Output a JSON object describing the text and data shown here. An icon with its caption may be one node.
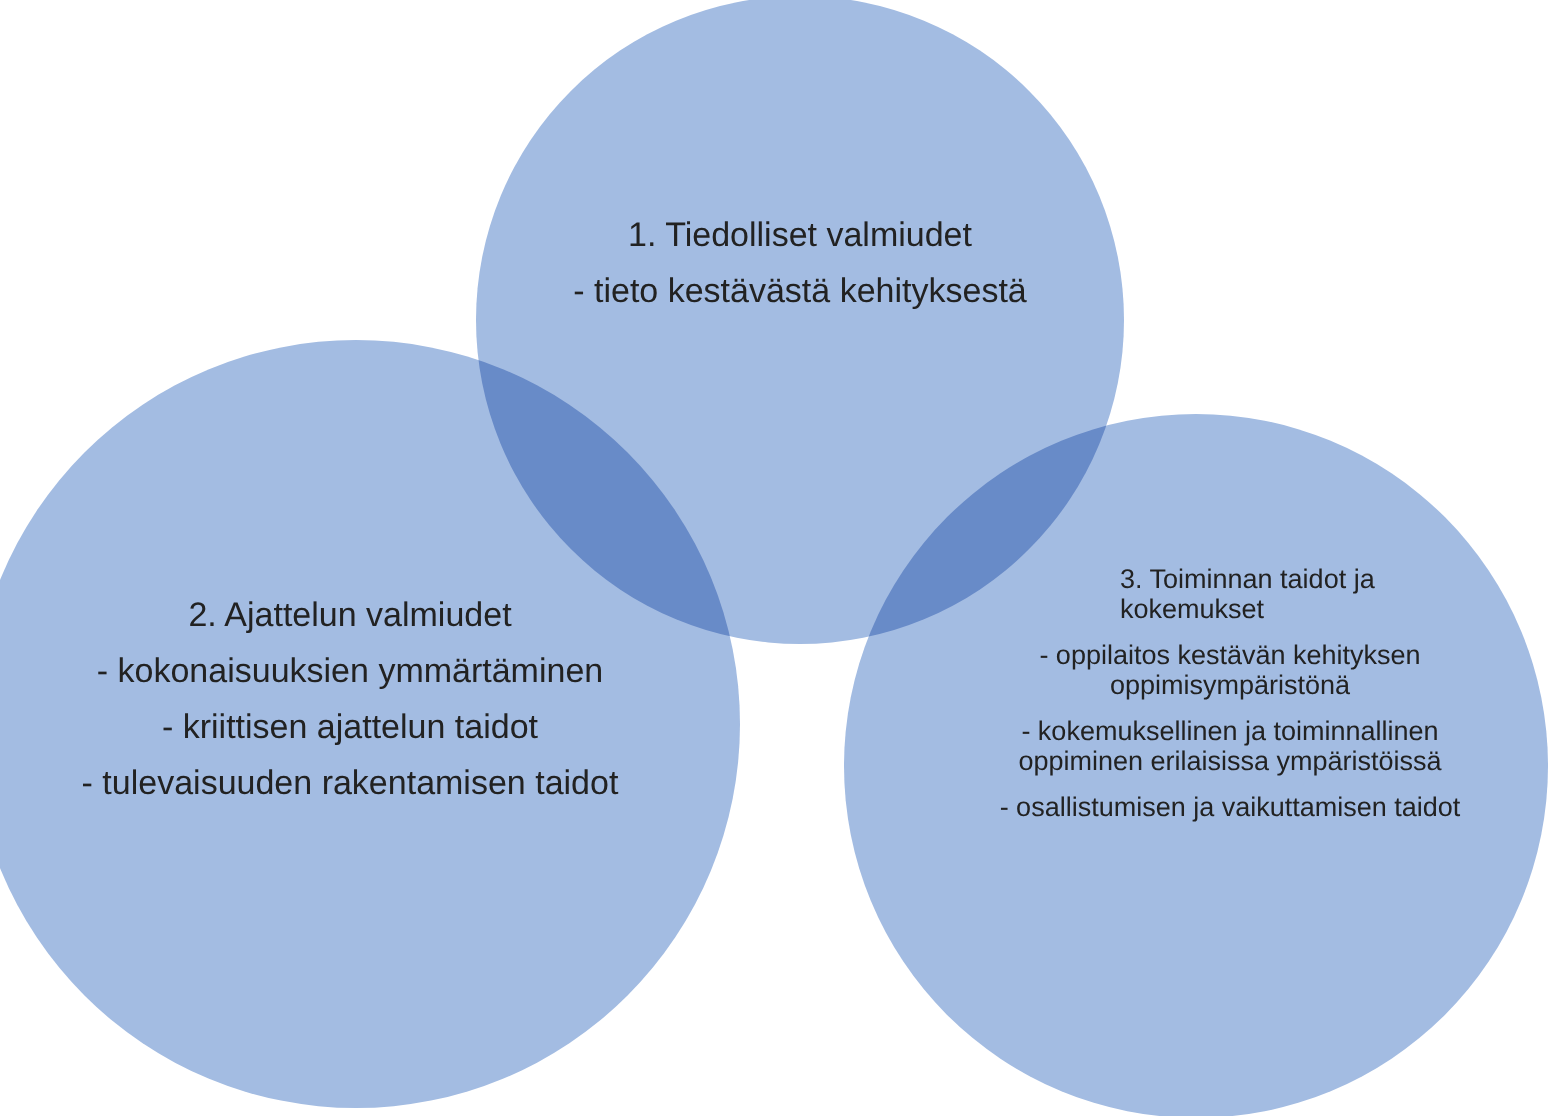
{
  "diagram": {
    "nodes": [
      {
        "text": [
          "1. Tiedolliset valmiudet",
          "- tieto kestävästä kehityksestä"
        ]
      },
      {
        "text": [
          "2. Ajattelun valmiudet",
          "- kokonaisuuksien ymmärtäminen",
          "- kriittisen ajattelun taidot",
          "- tulevaisuuden rakentamisen taidot"
        ]
      },
      {
        "text": [
          "3. Toiminnan taidot ja kokemukset",
          "- oppilaitos kestävän kehityksen oppimisympäristönä",
          "- kokemuksellinen ja toiminnallinen oppiminen erilaisissa ympäristöissä",
          "- osallistumisen ja vaikuttamisen taidot"
        ]
      }
    ]
  }
}
